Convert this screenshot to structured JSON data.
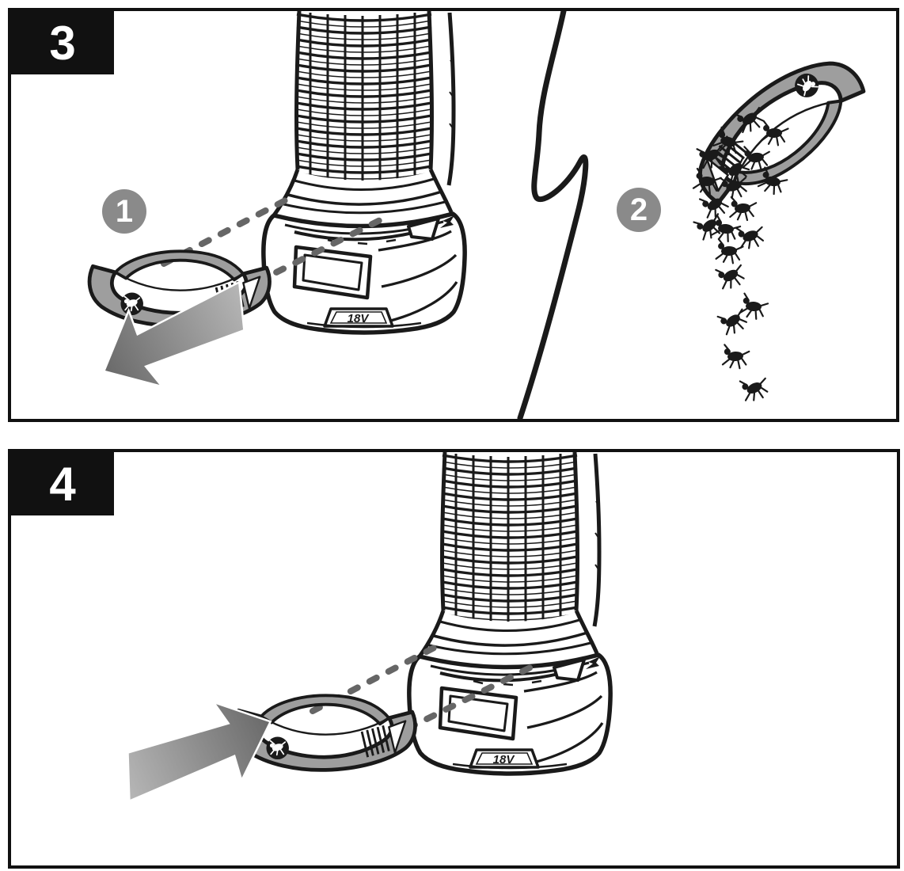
{
  "figure": {
    "panels": [
      {
        "step_number": "3",
        "callout_numbers": [
          "1",
          "2"
        ],
        "device": {
          "voltage_label": "18V"
        }
      },
      {
        "step_number": "4",
        "callout_numbers": [],
        "device": {
          "voltage_label": "18V"
        }
      }
    ],
    "icons": {
      "insect_icon": "insect-silhouette-in-circle",
      "small_insert_arrow_icon": "small-direction-arrow-on-housing",
      "large_arrow_icon": "thick-gradient-direction-arrow"
    },
    "colors": {
      "line": "#1a1a1a",
      "tray_gray": "#9e9e9e",
      "callout_circle_gray": "#8a8a8a",
      "arrow_gradient_light": "#b6b6b6",
      "arrow_gradient_dark": "#6a6a6a",
      "dash_gray": "#666666",
      "step_box_black": "#111111",
      "background": "#ffffff"
    },
    "insects": {
      "count": 20,
      "positions": [
        [
          933,
          136,
          -20
        ],
        [
          964,
          154,
          12
        ],
        [
          906,
          165,
          28
        ],
        [
          885,
          182,
          -14
        ],
        [
          941,
          185,
          6
        ],
        [
          915,
          200,
          -28
        ],
        [
          879,
          215,
          16
        ],
        [
          913,
          221,
          -6
        ],
        [
          962,
          215,
          24
        ],
        [
          889,
          244,
          -18
        ],
        [
          924,
          249,
          8
        ],
        [
          882,
          271,
          -24
        ],
        [
          903,
          275,
          20
        ],
        [
          934,
          284,
          -8
        ],
        [
          907,
          303,
          12
        ],
        [
          909,
          334,
          -16
        ],
        [
          938,
          373,
          18
        ],
        [
          912,
          391,
          -22
        ],
        [
          915,
          436,
          10
        ],
        [
          939,
          476,
          -12
        ]
      ]
    }
  }
}
